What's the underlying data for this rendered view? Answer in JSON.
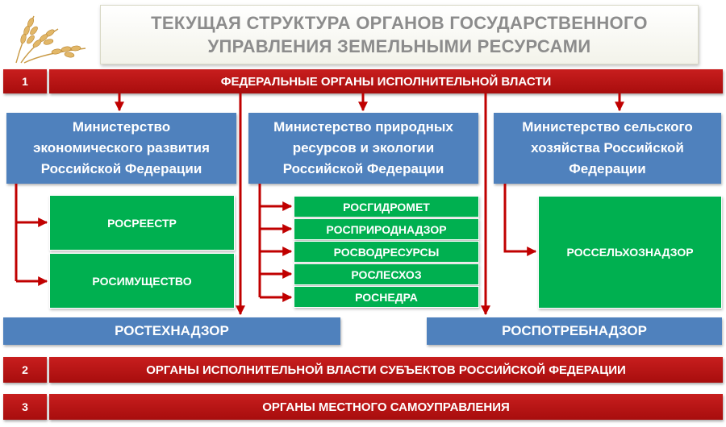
{
  "title": "ТЕКУЩАЯ СТРУКТУРА ОРГАНОВ ГОСУДАРСТВЕННОГО\nУПРАВЛЕНИЯ ЗЕМЕЛЬНЫМИ РЕСУРСАМИ",
  "levels": [
    {
      "number": "1",
      "label": "ФЕДЕРАЛЬНЫЕ ОРГАНЫ ИСПОЛНИТЕЛЬНОЙ ВЛАСТИ"
    },
    {
      "number": "2",
      "label": "ОРГАНЫ ИСПОЛНИТЕЛЬНОЙ ВЛАСТИ СУБЪЕКТОВ РОССИЙСКОЙ ФЕДЕРАЦИИ"
    },
    {
      "number": "3",
      "label": "ОРГАНЫ МЕСТНОГО САМОУПРАВЛЕНИЯ"
    }
  ],
  "ministries": [
    {
      "name": "Министерство\nэкономического развития\nРоссийской Федерации",
      "agencies": [
        "РОСРЕЕСТР",
        "РОСИМУЩЕСТВО"
      ]
    },
    {
      "name": "Министерство природных\nресурсов и экологии\nРоссийской Федерации",
      "agencies": [
        "РОСГИДРОМЕТ",
        "РОСПРИРОДНАДЗОР",
        "РОСВОДРЕСУРСЫ",
        "РОСЛЕСХОЗ",
        "РОСНЕДРА"
      ]
    },
    {
      "name": "Министерство сельского\nхозяйства Российской\nФедерации",
      "agencies": [
        "РОССЕЛЬХОЗНАДЗОР"
      ]
    }
  ],
  "services": [
    "РОСТЕХНАДЗОР",
    "РОСПОТРЕБНАДЗОР"
  ],
  "colors": {
    "red": "#c00000",
    "blue": "#4f81bd",
    "green": "#00b050",
    "title_text": "#8c8c8c"
  },
  "icons": {
    "logo": "wheat-ears-icon"
  }
}
